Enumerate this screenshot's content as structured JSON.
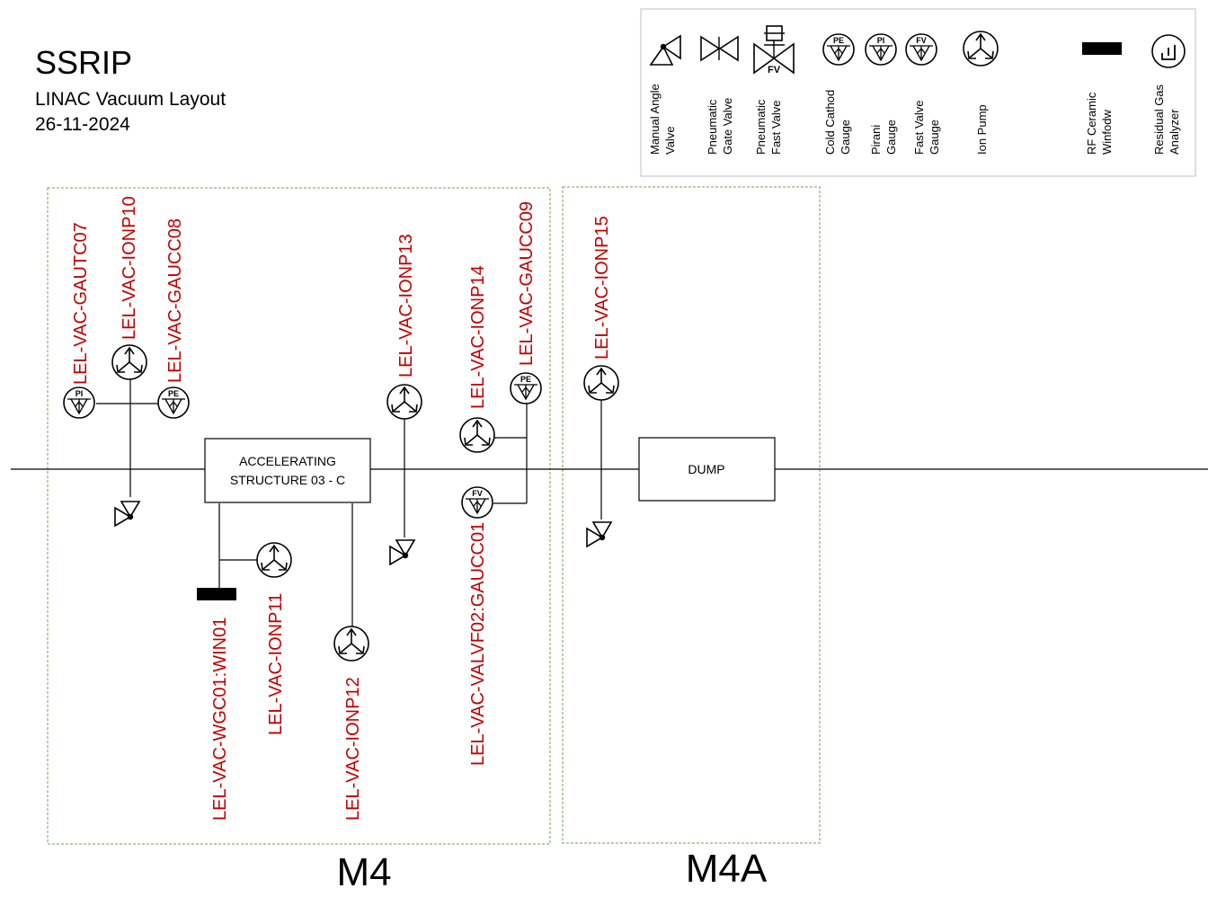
{
  "header": {
    "title": "SSRIP",
    "subtitle": "LINAC Vacuum Layout",
    "date": "26-11-2024"
  },
  "legend": {
    "manual_angle_valve": [
      "Manual Angle",
      "Valve"
    ],
    "pneumatic_gate_valve": [
      "Pneumatic",
      "Gate Valve"
    ],
    "pneumatic_fast_valve": [
      "Pneumatic",
      "Fast Valve"
    ],
    "cold_cathode_gauge": [
      "Cold Cathod",
      "Gauge"
    ],
    "pirani_gauge": [
      "Pirani",
      "Gauge"
    ],
    "fast_valve_gauge": [
      "Fast Valve",
      "Gauge"
    ],
    "ion_pump": [
      "Ion Pump"
    ],
    "rf_ceramic_window": [
      "RF Ceramic",
      "Winfodw"
    ],
    "residual_gas_analyzer": [
      "Residual Gas",
      "Analyzer"
    ],
    "fast_valve_symbol_text": "FV",
    "pe_text": "PE",
    "pi_text": "PI",
    "fv_text": "FV"
  },
  "components": {
    "accelerating_structure": [
      "ACCELERATING",
      "STRUCTURE 03 - C"
    ],
    "dump": "DUMP"
  },
  "tags": {
    "gautc07": "LEL-VAC-GAUTC07",
    "ionp10": "LEL-VAC-IONP10",
    "gaucc08": "LEL-VAC-GAUCC08",
    "ionp13": "LEL-VAC-IONP13",
    "ionp14": "LEL-VAC-IONP14",
    "gaucc09": "LEL-VAC-GAUCC09",
    "ionp15": "LEL-VAC-IONP15",
    "win01": "LEL-VAC-WGC01:WIN01",
    "ionp11": "LEL-VAC-IONP11",
    "ionp12": "LEL-VAC-IONP12",
    "valvf02": "LEL-VAC-VALVF02:GAUCC01"
  },
  "zones": {
    "m4": "M4",
    "m4a": "M4A"
  }
}
